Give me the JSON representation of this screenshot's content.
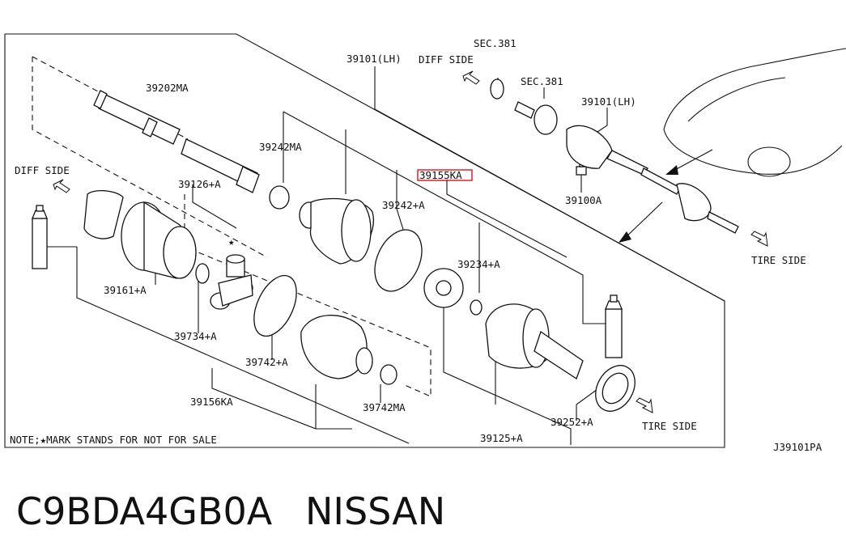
{
  "labels": {
    "p39202MA": "39202MA",
    "p39101_top": "39101(LH)",
    "sec381_a": "SEC.381",
    "sec381_b": "SEC.381",
    "diff_side_top": "DIFF SIDE",
    "p39101_right": "39101(LH)",
    "p39242MA": "39242MA",
    "p39155KA": "39155KA",
    "diff_side_left": "DIFF SIDE",
    "p39126A": "39126+A",
    "p39242A": "39242+A",
    "p39100A": "39100A",
    "p39161A": "39161+A",
    "p39234A": "39234+A",
    "tire_side_right": "TIRE SIDE",
    "p39734A": "39734+A",
    "p39742A": "39742+A",
    "p39156KA": "39156KA",
    "p39742MA": "39742MA",
    "p39252A": "39252+A",
    "tire_side_bottom": "TIRE SIDE",
    "p39125A": "39125+A",
    "note": "NOTE;★MARK STANDS FOR NOT FOR SALE",
    "ref_code": "J39101PA"
  },
  "footer": {
    "part_number": "C9BDA4GB0A",
    "brand": "NISSAN"
  },
  "colors": {
    "highlight": "#e0101a",
    "ink": "#111111"
  }
}
